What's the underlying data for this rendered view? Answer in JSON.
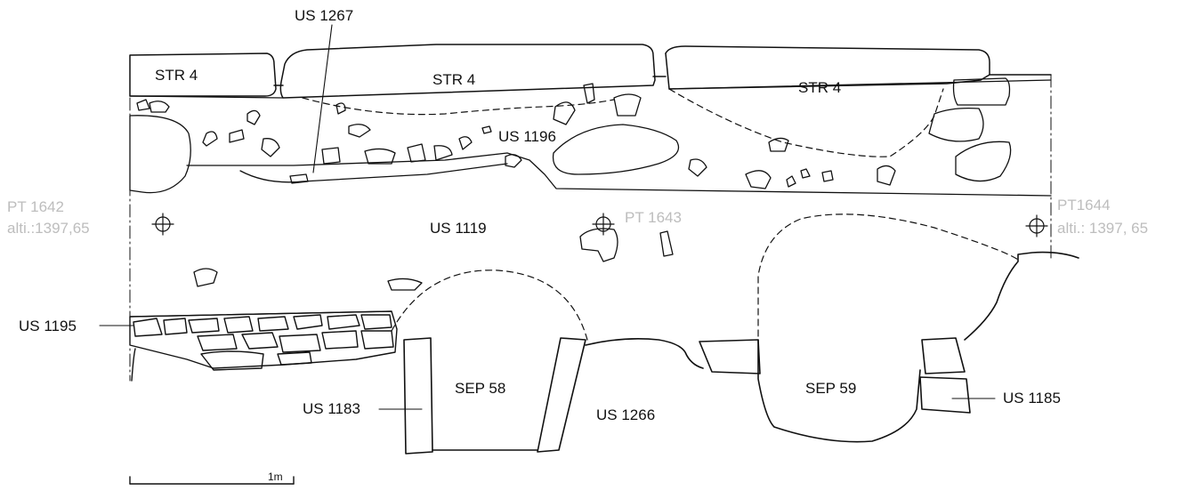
{
  "structures": {
    "str_left": "STR 4",
    "str_mid": "STR 4",
    "str_right": "STR 4"
  },
  "units": {
    "us_1267": "US 1267",
    "us_1196": "US 1196",
    "us_1119": "US 1119",
    "us_1195": "US 1195",
    "us_1183": "US 1183",
    "us_1266": "US 1266",
    "us_1185": "US 1185"
  },
  "burials": {
    "sep_58": "SEP 58",
    "sep_59": "SEP 59"
  },
  "survey_points": {
    "pt_1642": "PT 1642",
    "pt_1642_alt": "alti.:1397,65",
    "pt_1643": "PT 1643",
    "pt_1644": "PT1644",
    "pt_1644_alt": "alti.: 1397, 65"
  },
  "scale": {
    "label": "1m"
  },
  "colors": {
    "ink": "#111111",
    "survey_point_text": "#bdbdbd"
  }
}
